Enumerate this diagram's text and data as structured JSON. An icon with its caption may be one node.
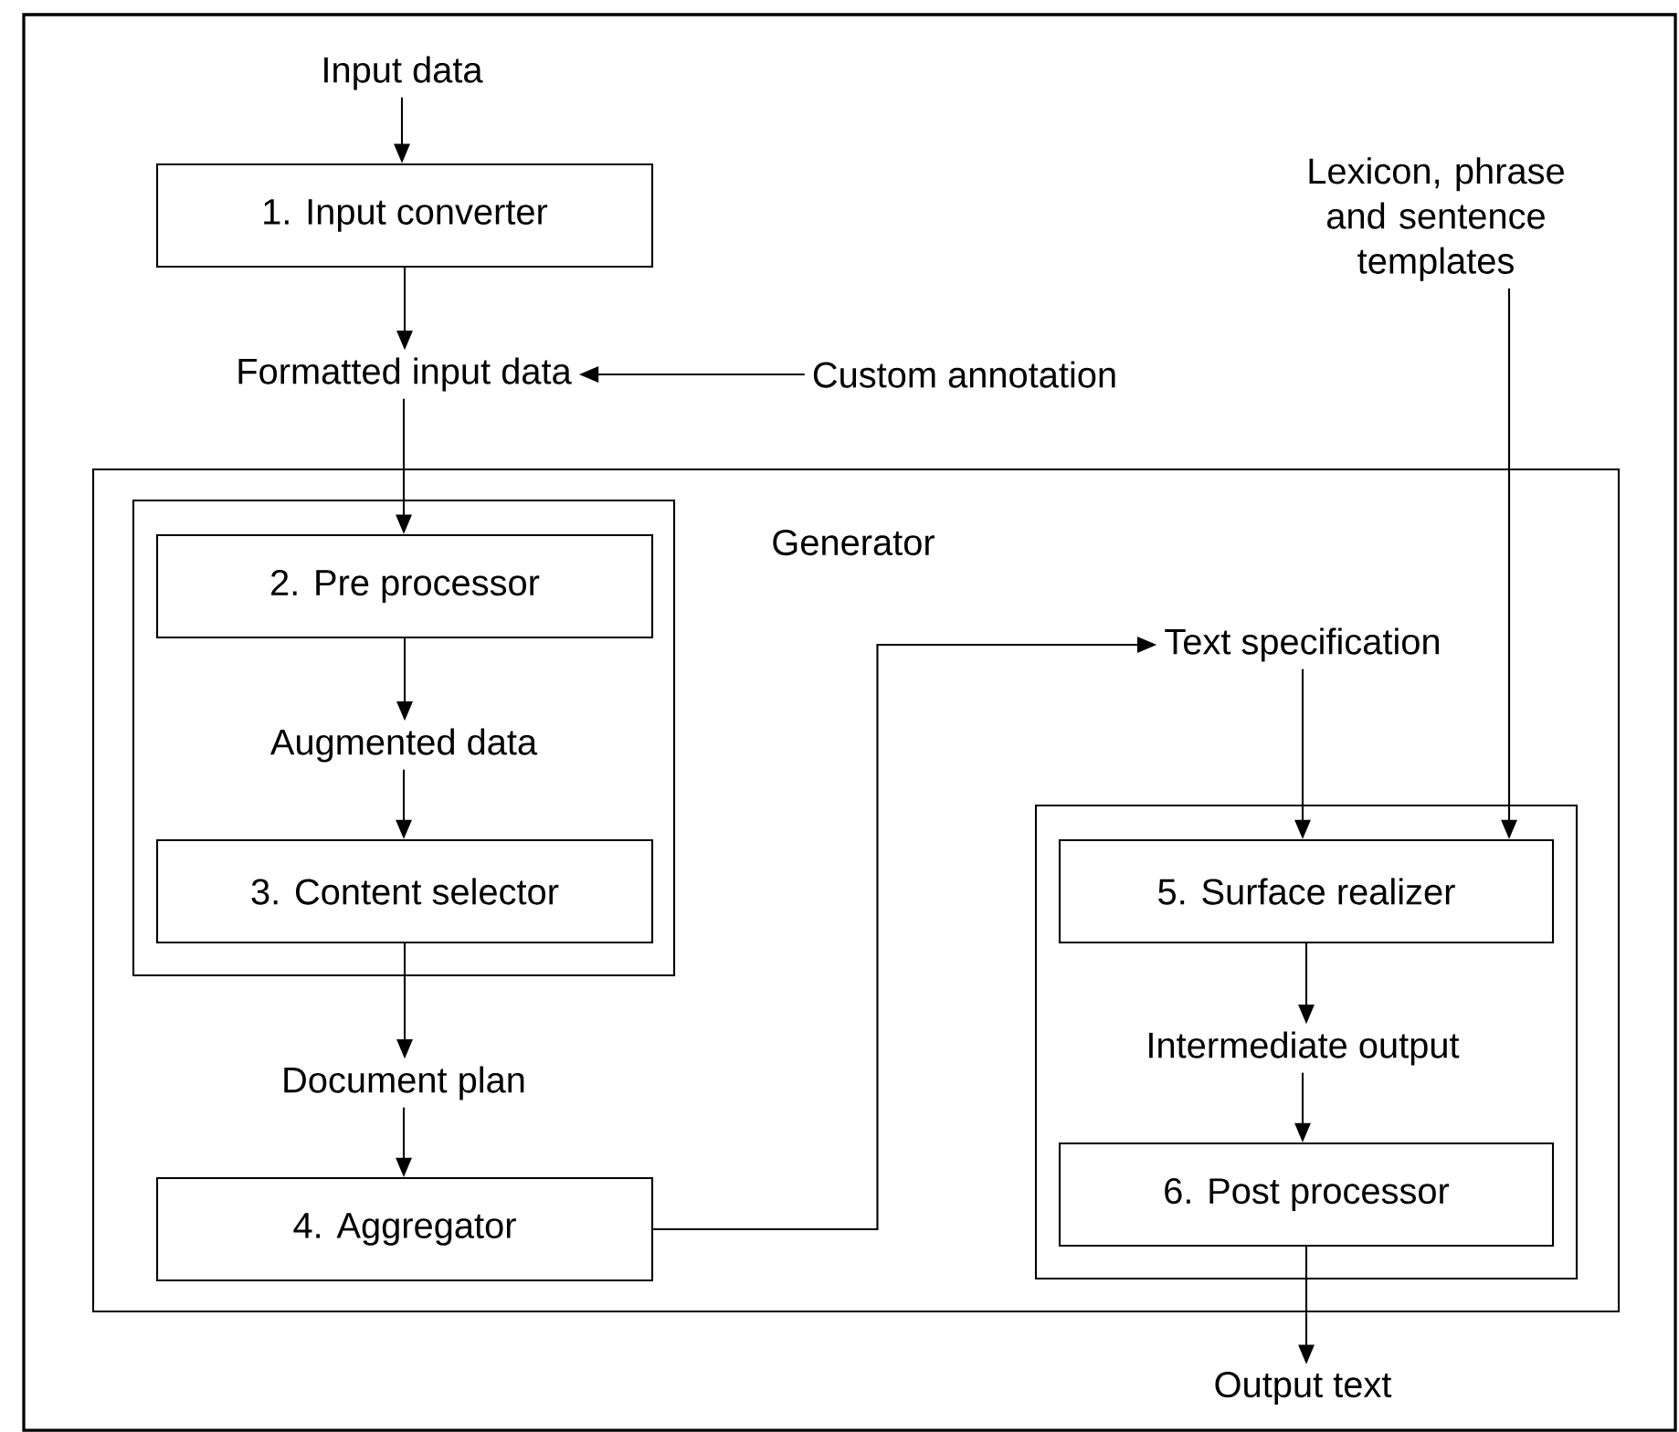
{
  "diagram": {
    "nodes": [
      {
        "text": [
          "Input data"
        ]
      },
      {
        "text": [
          "1. Input converter"
        ]
      },
      {
        "text": [
          "Formatted input data"
        ]
      },
      {
        "text": [
          "Custom annotation"
        ]
      },
      {
        "text": [
          "Lexicon, phrase and sentence templates"
        ]
      },
      {
        "text": [
          "Generator"
        ]
      },
      {
        "text": [],
        "shape": "box",
        "in": 5
      },
      {
        "text": [
          "2. Pre processor"
        ],
        "in": 6
      },
      {
        "text": [
          "Augmented data"
        ],
        "in": 6
      },
      {
        "text": [
          "3. Content selector"
        ],
        "in": 6
      },
      {
        "text": [
          "Document plan"
        ],
        "in": 5
      },
      {
        "text": [
          "4. Aggregator"
        ],
        "in": 5
      },
      {
        "text": [
          "Text specification"
        ],
        "in": 5
      },
      {
        "text": [],
        "shape": "box",
        "in": 5
      },
      {
        "text": [
          "5. Surface realizer"
        ],
        "in": 13
      },
      {
        "text": [
          "Intermediate output"
        ],
        "in": 13
      },
      {
        "text": [
          "6. Post processor"
        ],
        "in": 13
      },
      {
        "text": [
          "Output text"
        ]
      }
    ],
    "edges": [
      {
        "from": 0,
        "to": 1,
        "arrow": "to"
      },
      {
        "from": 1,
        "to": 2,
        "arrow": "to"
      },
      {
        "from": 3,
        "to": 2,
        "arrow": "to"
      },
      {
        "from": 2,
        "to": 7,
        "arrow": "to"
      },
      {
        "from": 7,
        "to": 8,
        "arrow": "to"
      },
      {
        "from": 8,
        "to": 9,
        "arrow": "to"
      },
      {
        "from": 9,
        "to": 10,
        "arrow": "to"
      },
      {
        "from": 10,
        "to": 11,
        "arrow": "to"
      },
      {
        "from": 11,
        "to": 12,
        "arrow": "to"
      },
      {
        "from": 12,
        "to": 14,
        "arrow": "to"
      },
      {
        "from": 4,
        "to": 14,
        "arrow": "to"
      },
      {
        "from": 14,
        "to": 15,
        "arrow": "to"
      },
      {
        "from": 15,
        "to": 16,
        "arrow": "to"
      },
      {
        "from": 16,
        "to": 17,
        "arrow": "to"
      }
    ]
  }
}
